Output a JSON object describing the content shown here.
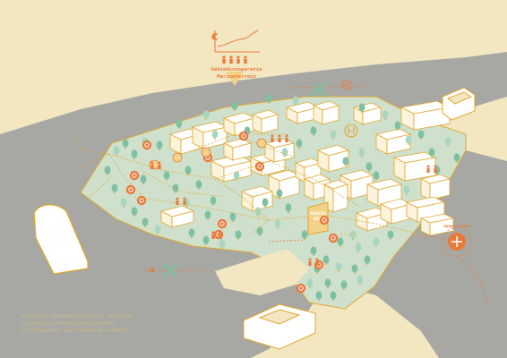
{
  "callout": {
    "title_line1": "Gebiedscooperatie",
    "title_line2": "Marineterrein",
    "currency_symbol": "€"
  },
  "labels": {
    "health_hub_line1": "HEALTH",
    "health_hub_line2": "HUB",
    "mobility_hub": "MOBILITY HUB"
  },
  "credit": {
    "line1": "Illustratieve afbeelding van BURA, waar geen",
    "line2": "rechten aan ontleend kunnen worden.",
    "line3": "© AMS Institute, And The People en BURA"
  },
  "colors": {
    "background": "#f3e7c2",
    "water": "#a7a8a3",
    "site": "#cfe0cc",
    "building": "#ffffff",
    "outline": "#e2a72e",
    "accent": "#ea7a3c",
    "tree": "#7fc0a0"
  },
  "icons": [
    "euro-icon",
    "growth-chart-icon",
    "people-icon",
    "cross-icon",
    "health-icon",
    "mobility-icon",
    "hospital-icon"
  ]
}
